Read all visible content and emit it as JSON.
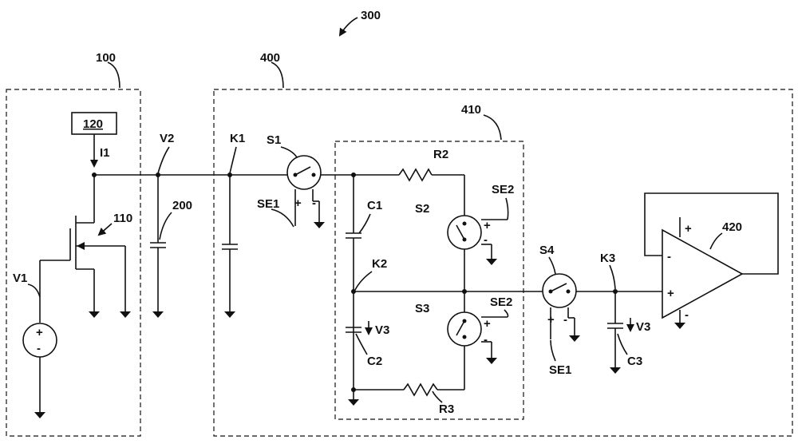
{
  "labels": {
    "fig_ref": "300",
    "block_100": "100",
    "block_400": "400",
    "block_410": "410",
    "box_120": "120",
    "current_i1": "I1",
    "v1": "V1",
    "v2": "V2",
    "k1": "K1",
    "k2": "K2",
    "k3": "K3",
    "s1": "S1",
    "s2": "S2",
    "s3": "S3",
    "s4": "S4",
    "se1_a": "SE1",
    "se1_b": "SE1",
    "se2_a": "SE2",
    "se2_b": "SE2",
    "r2": "R2",
    "r3": "R3",
    "c1": "C1",
    "c2": "C2",
    "c3": "C3",
    "v3_a": "V3",
    "v3_b": "V3",
    "ref_110": "110",
    "ref_200": "200",
    "ref_420": "420",
    "plus": "+",
    "minus": "-"
  }
}
